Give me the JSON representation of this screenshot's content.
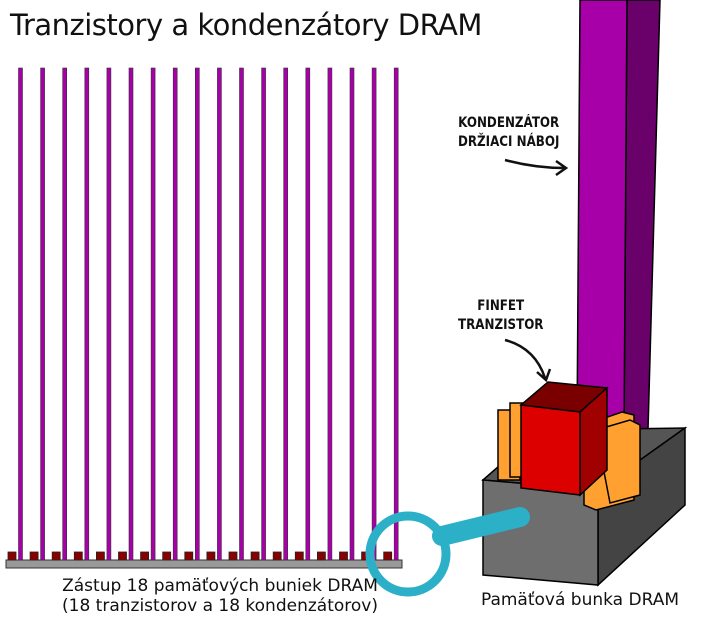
{
  "title": "Tranzistory a kondenzátory DRAM",
  "array": {
    "cell_count": 18,
    "caption_line1": "Zástup 18 pamäťových buniek DRAM",
    "caption_line2": "(18 tranzistorov a 18 kondenzátorov)"
  },
  "cell": {
    "caption": "Pamäťová bunka DRAM",
    "capacitor_label_line1": "KONDENZÁTOR",
    "capacitor_label_line2": "DRŽIACI NÁBOJ",
    "transistor_label_line1": "FINFET",
    "transistor_label_line2": "TRANZISTOR"
  },
  "colors": {
    "capacitor": "#a800a8",
    "capacitor_side": "#6a006a",
    "transistor": "#dd0000",
    "fin": "#ffa030",
    "base": "#666666",
    "magnifier": "#2bb0c8"
  }
}
